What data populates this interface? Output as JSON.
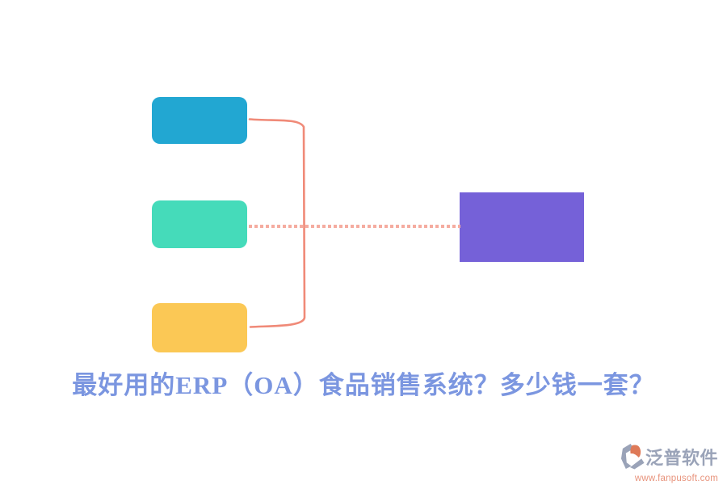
{
  "diagram": {
    "nodes": [
      {
        "name": "source-node-top",
        "color": "#22A7D2"
      },
      {
        "name": "source-node-middle",
        "color": "#45DBBA"
      },
      {
        "name": "source-node-bottom",
        "color": "#FBC855"
      },
      {
        "name": "target-node",
        "color": "#7561D8"
      }
    ],
    "bracket_connector_color": "#F08A78",
    "dotted_connector_color": "#F5ACA0"
  },
  "caption": {
    "text": "最好用的ERP（OA）食品销售系统？多少钱一套？",
    "color": "#7B96E0"
  },
  "watermark": {
    "brand": "泛普软件",
    "url": "www.fanpusoft.com",
    "brand_color": "#9AA3B8",
    "url_color": "#E8937C",
    "logo_gray": "#9AA3B8",
    "logo_orange": "#DE7A58"
  }
}
